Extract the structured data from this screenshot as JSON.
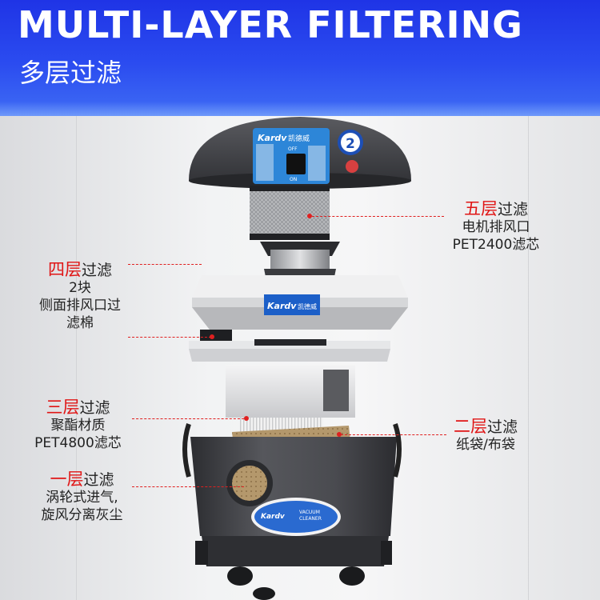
{
  "header": {
    "title_en": "MULTI-LAYER FILTERING",
    "title_cn": "多层过滤"
  },
  "brand": {
    "logo_text": "Kardv",
    "logo_cn": "凯德威",
    "badge_number": "2",
    "switch_off": "OFF",
    "switch_on": "ON",
    "bucket_sticker_1": "VACUUM",
    "bucket_sticker_2": "CLEANER"
  },
  "layers": [
    {
      "red": "五层",
      "rest": "过滤",
      "lines": [
        "电机排风口",
        "PET2400滤芯"
      ]
    },
    {
      "red": "四层",
      "rest": "过滤",
      "lines": [
        "2块",
        "侧面排风口过",
        "滤棉"
      ]
    },
    {
      "red": "三层",
      "rest": "过滤",
      "lines": [
        "聚酯材质",
        "PET4800滤芯"
      ]
    },
    {
      "red": "二层",
      "rest": "过滤",
      "lines": [
        "纸袋/布袋"
      ]
    },
    {
      "red": "一层",
      "rest": "过滤",
      "lines": [
        "涡轮式进气,",
        "旋风分离灰尘"
      ]
    }
  ],
  "colors": {
    "header_blue": "#2b4cf0",
    "accent_red": "#e01515",
    "body_dark": "#45464a"
  }
}
